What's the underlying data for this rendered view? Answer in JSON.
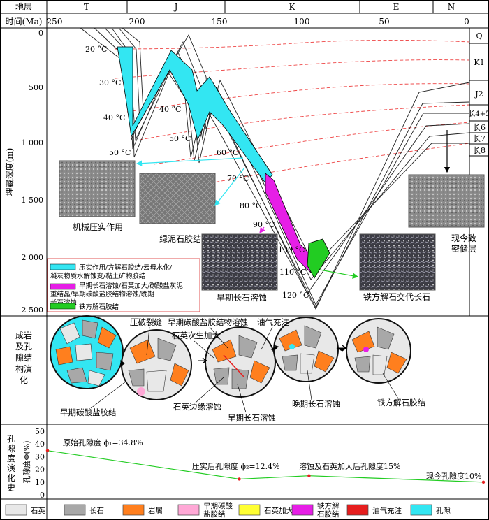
{
  "header": {
    "stratum_label": "地层",
    "time_label": "时间(Ma)",
    "periods": [
      "T",
      "J",
      "K",
      "E",
      "N"
    ],
    "time_ticks": [
      "250",
      "200",
      "150",
      "100",
      "50",
      "0"
    ]
  },
  "burial": {
    "ylabel": "埋藏深度(m)",
    "depth_ticks": [
      "0",
      "500",
      "1 000",
      "1 500",
      "2 000",
      "2 500"
    ],
    "temperatures": [
      "20 °C",
      "30 °C",
      "40 °C",
      "50 °C",
      "40 °C",
      "50 °C",
      "60 °C",
      "70 °C",
      "80 °C",
      "90 °C",
      "100 °C",
      "110 °C",
      "120 °C"
    ],
    "layers": [
      "Q",
      "K1",
      "J2",
      "长4+5",
      "长6",
      "长7",
      "长8"
    ],
    "photo_captions": {
      "mechanical": "机械压实作用",
      "chlorite": "绿泥石胶结",
      "feldspar": "早期长石溶蚀",
      "ferrocalcite": "铁方解石交代长石",
      "present": "现今致密储层"
    },
    "legend": [
      {
        "text": "压实作用/方解石胶结/云母水化/凝灰物质水解蚀变/黏土矿物胶结",
        "color": "#33e6f2"
      },
      {
        "text": "早期长石溶蚀/石英加大/碳酸盐灰泥重结晶/早期碳酸盐胶结物溶蚀/晚期长石溶蚀",
        "color": "#e61ee6"
      },
      {
        "text": "铁方解石胶结",
        "color": "#22cc22"
      }
    ]
  },
  "evolution": {
    "ylabel": "成岩及孔隙结构演化",
    "labels": {
      "fracture": "压破裂缝",
      "carb_dissolution": "早期碳酸盐胶结物溶蚀",
      "oil": "油气充注",
      "quartz_overgrowth": "石英次生加大",
      "early_carbonate": "早期碳酸盐胶结",
      "quartz_edge": "石英边缘溶蚀",
      "early_feldspar": "早期长石溶蚀",
      "late_feldspar": "晚期长石溶蚀",
      "ferrocalcite": "铁方解石胶结"
    }
  },
  "porosity": {
    "section_label": "孔隙度演化史",
    "ylabel": "孔隙度Φ(%)",
    "ticks": [
      "50",
      "40",
      "30",
      "20",
      "10",
      "0"
    ],
    "annotations": {
      "original": "原始孔隙度 ϕ₁=34.8%",
      "compaction": "压实后孔隙度 ϕ₂=12.4%",
      "dissolution": "溶蚀及石英加大后孔隙度15%",
      "present": "现今孔隙度10%"
    }
  },
  "chart_data": {
    "type": "line",
    "xlabel": "时间(Ma)",
    "ylabel": "孔隙度Φ(%)",
    "xlim": [
      250,
      0
    ],
    "ylim": [
      0,
      50
    ],
    "series": [
      {
        "x": [
          250,
          140,
          100,
          0
        ],
        "y": [
          34.8,
          12.4,
          15,
          10
        ]
      }
    ]
  },
  "legend_bar": [
    {
      "text": "石英",
      "color": "#e8e8e8"
    },
    {
      "text": "长石",
      "color": "#a8a8a8"
    },
    {
      "text": "岩屑",
      "color": "#ff7f1e"
    },
    {
      "text": "早期碳酸盐胶结",
      "color": "#ffa8d6"
    },
    {
      "text": "石英加大",
      "color": "#ffff33"
    },
    {
      "text": "铁方解石胶结",
      "color": "#e61ee6"
    },
    {
      "text": "油气充注",
      "color": "#e61e1e"
    },
    {
      "text": "孔隙",
      "color": "#33e6f2"
    }
  ],
  "colors": {
    "cyan": "#33e6f2",
    "magenta": "#e61ee6",
    "green": "#22cc22",
    "red_dash": "#ee4444",
    "porosity_line": "#22cc22"
  }
}
